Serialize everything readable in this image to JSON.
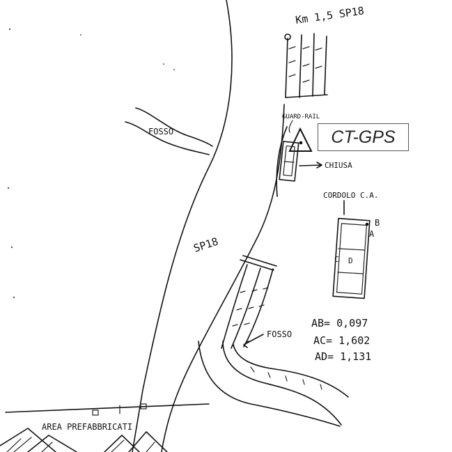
{
  "labels": {
    "km_marker": "Km 1,5 SP18",
    "guard_rail": "GUARD-RAIL",
    "ct_gps": "CT-GPS",
    "chiusa": "CHIUSA",
    "cordolo": "CORDOLO C.A.",
    "fosso_upper": "FOSSO",
    "fosso_lower": "FOSSO",
    "road": "SP18",
    "area": "AREA PREFABBRICATI",
    "point_a": "A",
    "point_b": "B",
    "point_c": "C",
    "point_d": "D"
  },
  "measurements": [
    {
      "label": "AB",
      "value": "0,097"
    },
    {
      "label": "AC",
      "value": "1,602"
    },
    {
      "label": "AD",
      "value": "1,131"
    }
  ],
  "measurement_text": [
    "AB= 0,097",
    "AC= 1,602",
    "AD= 1,131"
  ],
  "colors": {
    "ink": "#111111",
    "paper": "#ffffff",
    "box_border": "#555555"
  },
  "icons": [
    "triangle-benchmark-icon",
    "arrow-right-icon",
    "arrow-down-icon"
  ]
}
